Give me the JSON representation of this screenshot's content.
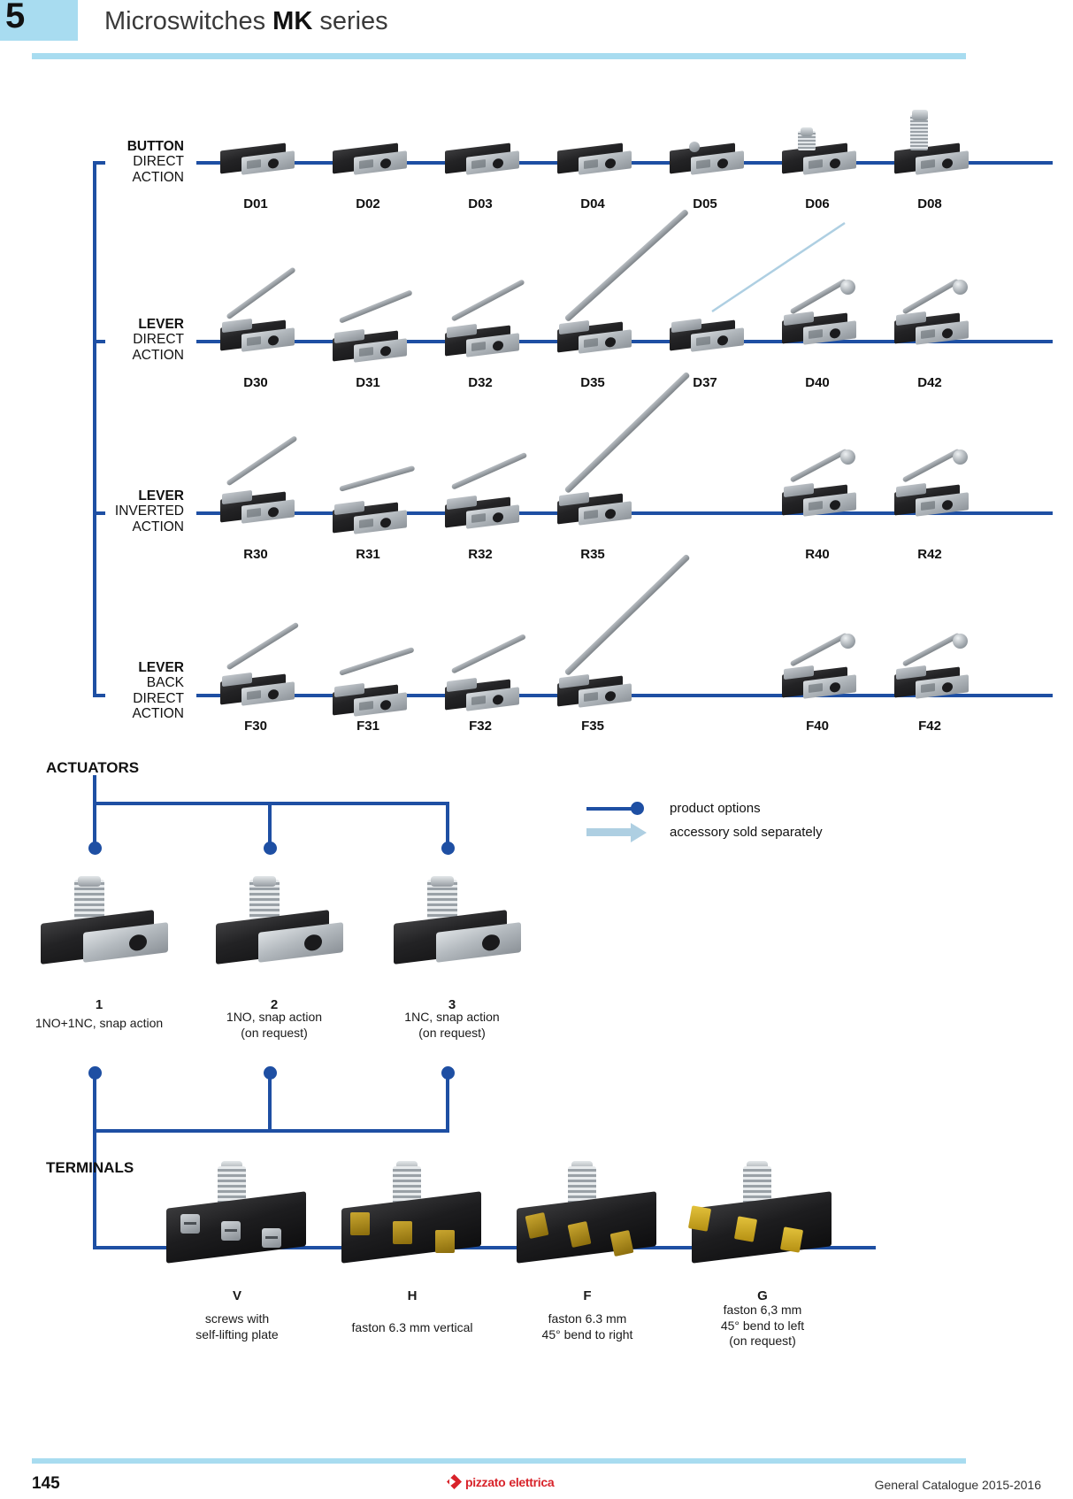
{
  "header": {
    "chapter": "5",
    "title_regular_1": "Microswitches  ",
    "title_bold": "MK",
    "title_regular_2": " series"
  },
  "sections": {
    "actuators_heading": "ACTUATORS",
    "contacts_heading": "",
    "terminals_heading": "TERMINALS"
  },
  "legend": {
    "product_options": "product options",
    "accessory_sold_separately": "accessory sold separately"
  },
  "actuator_rows": [
    {
      "label_bold": "BUTTON",
      "label_rest": [
        "DIRECT",
        "ACTION"
      ],
      "codes": [
        "D01",
        "D02",
        "D03",
        "D04",
        "D05",
        "D06",
        "D08"
      ]
    },
    {
      "label_bold": "LEVER",
      "label_rest": [
        "DIRECT",
        "ACTION"
      ],
      "codes": [
        "D30",
        "D31",
        "D32",
        "D35",
        "D37",
        "D40",
        "D42"
      ]
    },
    {
      "label_bold": "LEVER",
      "label_rest": [
        "INVERTED",
        "ACTION"
      ],
      "codes": [
        "R30",
        "R31",
        "R32",
        "R35",
        "",
        "R40",
        "R42"
      ]
    },
    {
      "label_bold": "LEVER",
      "label_rest": [
        "BACK",
        "DIRECT",
        "ACTION"
      ],
      "codes": [
        "F30",
        "F31",
        "F32",
        "F35",
        "",
        "F40",
        "F42"
      ]
    }
  ],
  "contacts": [
    {
      "code": "1",
      "desc_line1": "1NO+1NC, snap action",
      "desc_line2": ""
    },
    {
      "code": "2",
      "desc_line1": "1NO, snap action",
      "desc_line2": "(on request)"
    },
    {
      "code": "3",
      "desc_line1": "1NC, snap action",
      "desc_line2": "(on request)"
    }
  ],
  "terminals": [
    {
      "code": "V",
      "desc_line1": "screws with",
      "desc_line2": "self-lifting plate",
      "desc_line3": ""
    },
    {
      "code": "H",
      "desc_line1": "faston 6.3 mm vertical",
      "desc_line2": "",
      "desc_line3": ""
    },
    {
      "code": "F",
      "desc_line1": "faston 6.3 mm",
      "desc_line2": "45° bend to right",
      "desc_line3": ""
    },
    {
      "code": "G",
      "desc_line1": "faston 6,3 mm",
      "desc_line2": "45° bend to left",
      "desc_line3": "(on request)"
    }
  ],
  "footer": {
    "page_number": "145",
    "logo_text_1": "pizzato",
    "logo_text_2": "elettrica",
    "catalogue": "General Catalogue 2015-2016"
  },
  "colors": {
    "accent_blue": "#1e4fa3",
    "light_blue": "#a8dcf0",
    "arrow_blue": "#aecfe2",
    "brand_red": "#d8232a"
  }
}
